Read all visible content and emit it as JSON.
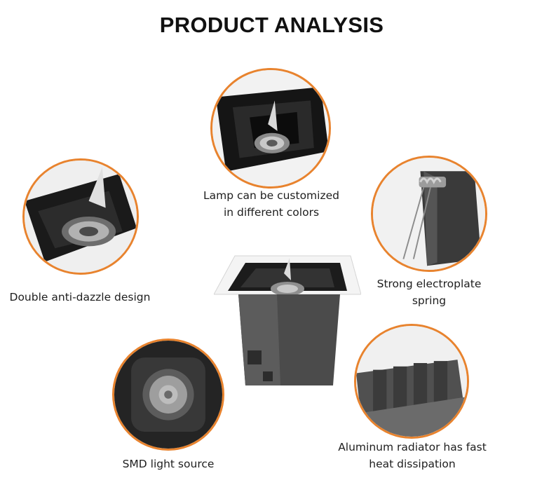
{
  "title": "PRODUCT ANALYSIS",
  "accent_color": "#e8832e",
  "features": [
    {
      "line1": "Lamp can be customized",
      "line2": "in different colors",
      "icon": "lamp-color-detail"
    },
    {
      "line1": "Double anti-dazzle design",
      "line2": "",
      "icon": "anti-dazzle-detail"
    },
    {
      "line1": "Strong electroplate",
      "line2": "spring",
      "icon": "spring-detail"
    },
    {
      "line1": "SMD light source",
      "line2": "",
      "icon": "smd-source-detail"
    },
    {
      "line1": "Aluminum radiator has fast",
      "line2": "heat dissipation",
      "icon": "radiator-detail"
    }
  ]
}
